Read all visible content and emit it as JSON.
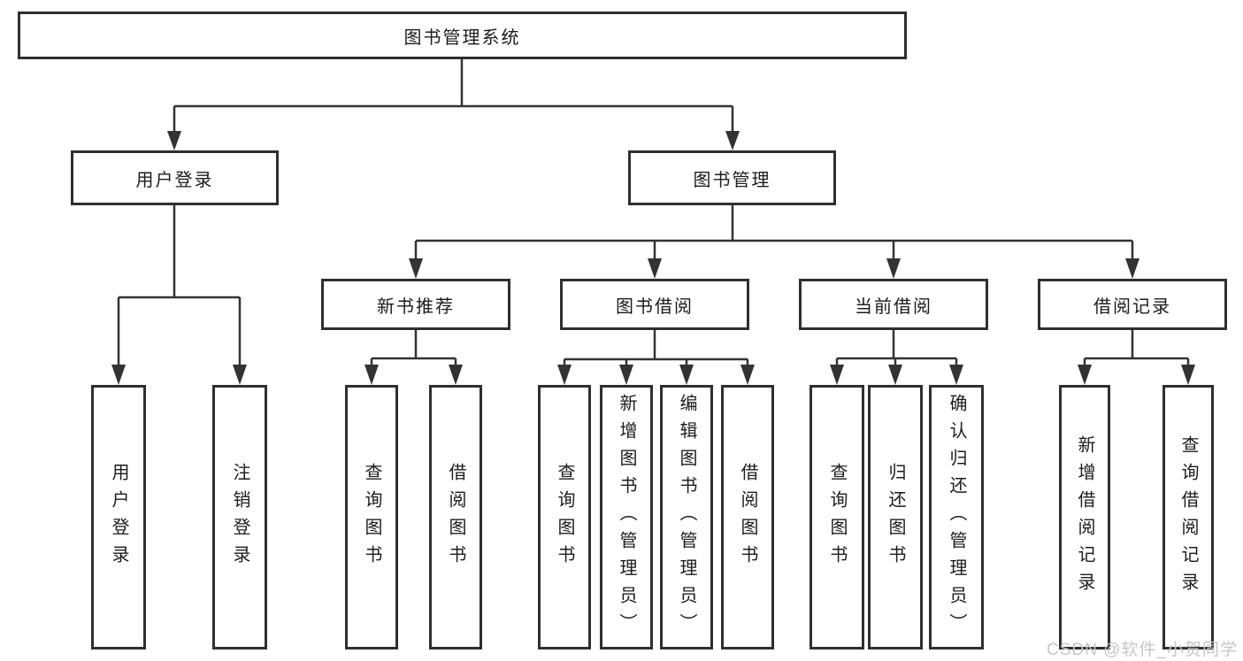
{
  "tree": {
    "root": "图书管理系统",
    "children": [
      {
        "label": "用户登录",
        "children": [
          {
            "label": "用户登录"
          },
          {
            "label": "注销登录"
          }
        ]
      },
      {
        "label": "图书管理",
        "children": [
          {
            "label": "新书推荐",
            "children": [
              {
                "label": "查询图书"
              },
              {
                "label": "借阅图书"
              }
            ]
          },
          {
            "label": "图书借阅",
            "children": [
              {
                "label": "查询图书"
              },
              {
                "label": "新增图书（管理员）"
              },
              {
                "label": "编辑图书（管理员）"
              },
              {
                "label": "借阅图书"
              }
            ]
          },
          {
            "label": "当前借阅",
            "children": [
              {
                "label": "查询图书"
              },
              {
                "label": "归还图书"
              },
              {
                "label": "确认归还（管理员）"
              }
            ]
          },
          {
            "label": "借阅记录",
            "children": [
              {
                "label": "新增借阅记录"
              },
              {
                "label": "查询借阅记录"
              }
            ]
          }
        ]
      }
    ]
  },
  "watermark": {
    "text": "CSDN @软件_小贺同学"
  },
  "colors": {
    "box_border": "#2f2f2f",
    "connector_line": "#333333",
    "text": "#1c1c1c",
    "watermark_text": "#c6c6c6",
    "background": "#ffffff"
  }
}
